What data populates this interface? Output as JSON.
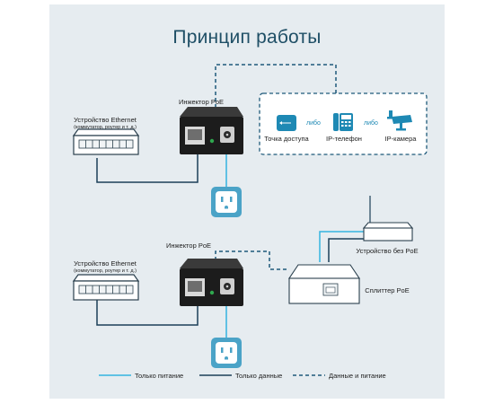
{
  "title": "Принцип работы",
  "top": {
    "switch_label": "Устройство Ethernet",
    "switch_sublabel": "(коммутатор, роутер и т. д.)",
    "injector_label": "Инжектор PoE",
    "devices": [
      {
        "label": "Точка доступа",
        "icon": "access-point-icon"
      },
      {
        "label": "IP-телефон",
        "icon": "ip-phone-icon"
      },
      {
        "label": "IP-камера",
        "icon": "ip-camera-icon"
      }
    ],
    "or_word": "либо"
  },
  "bottom": {
    "switch_label": "Устройство Ethernet",
    "switch_sublabel": "(коммутатор, роутер и т. д.)",
    "injector_label": "Инжектор PoE",
    "router_label": "Устройство без PoE",
    "splitter_label": "Сплиттер PoE"
  },
  "legend": [
    {
      "label": "Только питание",
      "style": "power",
      "color": "#33b3e0"
    },
    {
      "label": "Только данные",
      "style": "data",
      "color": "#1b3f58"
    },
    {
      "label": "Данные и питание",
      "style": "both",
      "color": "#1e5a7a"
    }
  ],
  "colors": {
    "power": "#33b3e0",
    "data": "#1b3f58",
    "both": "#1e5a7a",
    "title": "#1f4f66",
    "accent": "#1e89b4",
    "outlet": "#4ba3c7"
  }
}
